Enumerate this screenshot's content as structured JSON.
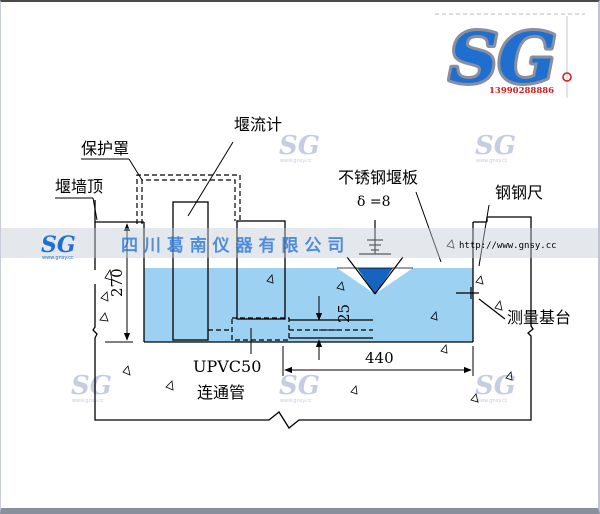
{
  "logo": {
    "letters": "SG",
    "phone": "13990288886",
    "brand_color": "#1e6fd0",
    "red_color": "#d02020"
  },
  "watermark": {
    "text": "SG",
    "url": "www.gnsy.cc"
  },
  "banner": {
    "logo_text": "SG",
    "logo_sub": "www.gnsy.cc",
    "company": "四 川 葛 南 仪 器 有 限 公 司",
    "url": "http://www.gnsy.cc",
    "company_color": "#1d6fd6"
  },
  "labels": {
    "protective_cover": "保护罩",
    "weir_meter": "堰流计",
    "weir_wall_top": "堰墙顶",
    "stainless_weir_plate": "不锈钢堰板",
    "thickness": "δ =8",
    "steel_ruler": "钢钢尺",
    "measuring_base": "测量基台",
    "pipe_spec": "UPVC50",
    "connecting_pipe": "连通管"
  },
  "dimensions": {
    "height": "270",
    "pipe_gap": "25",
    "width": "440"
  },
  "colors": {
    "water": "#9dd1f2",
    "weir_notch": "#1565c0"
  }
}
